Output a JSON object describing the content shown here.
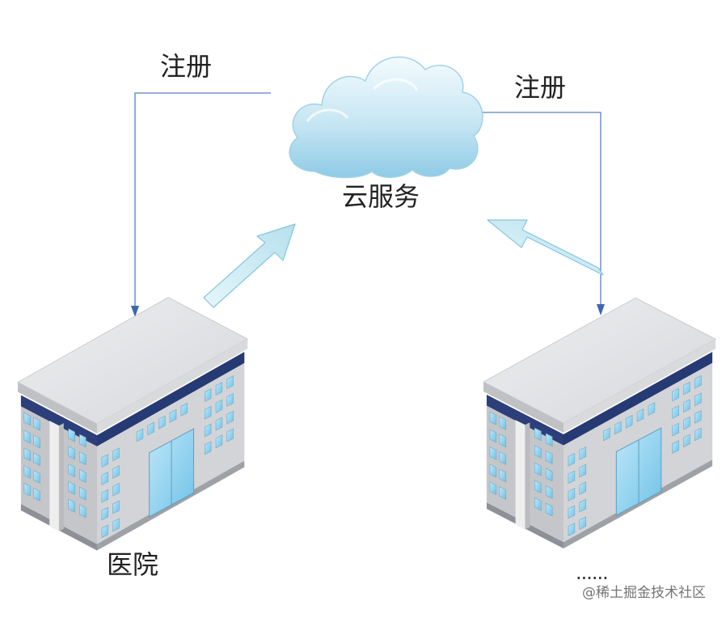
{
  "diagram": {
    "cloud": {
      "label": "云服务",
      "icon": "cloud-icon"
    },
    "left_node": {
      "label": "医院",
      "icon": "building-icon",
      "edge_label": "注册"
    },
    "right_node": {
      "label": "......",
      "icon": "building-icon",
      "edge_label": "注册"
    },
    "watermark": "@稀土掘金技术社区",
    "colors": {
      "connector_line": "#5b7fbf",
      "arrow_fill": "#cfeaf3",
      "arrow_stroke": "#7fc3d8",
      "cloud_fill": "#bfe3f1",
      "building_roof": "#e3e4e6",
      "building_wall": "#c8c9cc",
      "building_stripe": "#2a3d78",
      "window": "#8fd1ef"
    }
  }
}
